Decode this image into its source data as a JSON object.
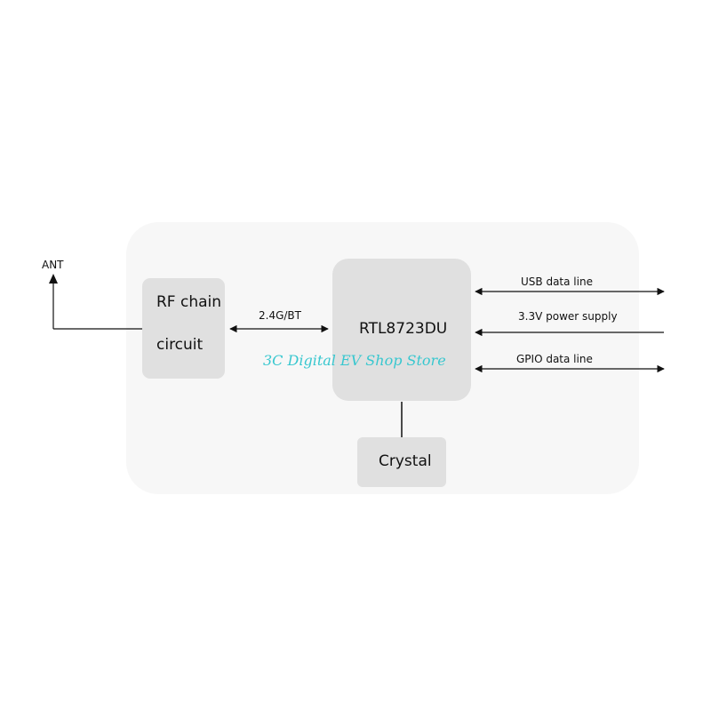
{
  "diagram": {
    "antenna_label": "ANT",
    "rf_block": {
      "line1": "RF chain",
      "line2": "circuit"
    },
    "rf_link_label": "2.4G/BT",
    "chip_label": "RTL8723DU",
    "crystal_label": "Crystal",
    "interfaces": {
      "usb": "USB data line",
      "power": "3.3V power supply",
      "gpio": "GPIO data line"
    }
  },
  "watermark": "3C Digital EV Shop Store",
  "colors": {
    "outer_panel": "#f7f7f7",
    "block_fill": "#e0e0e0",
    "watermark": "#38c7cf",
    "line": "#111111"
  }
}
